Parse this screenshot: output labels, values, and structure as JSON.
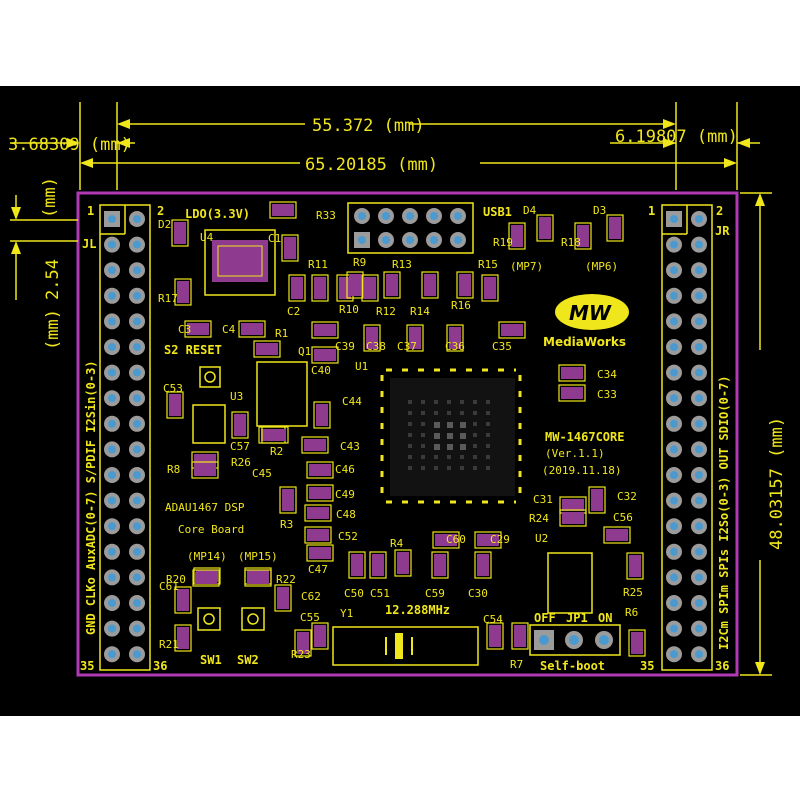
{
  "dimensions": {
    "top_width": "55.372 (mm)",
    "left_offset": "3.68309 (mm)",
    "right_offset": "6.19807 (mm)",
    "total_width": "65.20185 (mm)",
    "height": "48.03157 (mm)",
    "top_margin_unit": "(mm)",
    "pitch": "2.54",
    "pitch_unit": "(mm)"
  },
  "board": {
    "product_name": "MW-1467CORE",
    "version": "(Ver.1.1)",
    "date": "(2019.11.18)",
    "brand": "MediaWorks",
    "logo": "MW",
    "description_line1": "ADAU1467 DSP",
    "description_line2": "Core Board",
    "crystal": "12.288MHz",
    "self_boot": "Self-boot",
    "jp1_off": "OFF",
    "jp1_label": "JP1",
    "jp1_on": "ON",
    "ldo": "LDO(3.3V)",
    "reset": "S2 RESET",
    "usb": "USB1",
    "sw1": "SW1",
    "sw2": "SW2",
    "y1": "Y1"
  },
  "headers": {
    "left": {
      "name": "JL",
      "pin_first": "1",
      "pin_second": "2",
      "pin_last_left": "35",
      "pin_last_right": "36",
      "signals": "GND CLKo AuxADC(0-7) S/PDIF I2Sin(0-3)"
    },
    "right": {
      "name": "JR",
      "pin_first": "1",
      "pin_second": "2",
      "pin_last_left": "35",
      "pin_last_right": "36",
      "signals": "I2Cm SPIm SPIs I2So(0-3) OUT SDIO(0-7)"
    }
  },
  "components": [
    {
      "ref": "R33"
    },
    {
      "ref": "D2"
    },
    {
      "ref": "U4"
    },
    {
      "ref": "C1"
    },
    {
      "ref": "J2"
    },
    {
      "ref": "D4"
    },
    {
      "ref": "D3"
    },
    {
      "ref": "R19"
    },
    {
      "ref": "R18"
    },
    {
      "ref": "(MP7)"
    },
    {
      "ref": "(MP6)"
    },
    {
      "ref": "R11"
    },
    {
      "ref": "R9"
    },
    {
      "ref": "R13"
    },
    {
      "ref": "R15"
    },
    {
      "ref": "R17"
    },
    {
      "ref": "C2"
    },
    {
      "ref": "R10"
    },
    {
      "ref": "R12"
    },
    {
      "ref": "R14"
    },
    {
      "ref": "R16"
    },
    {
      "ref": "C3"
    },
    {
      "ref": "C4"
    },
    {
      "ref": "R1"
    },
    {
      "ref": "C39"
    },
    {
      "ref": "C38"
    },
    {
      "ref": "C37"
    },
    {
      "ref": "C36"
    },
    {
      "ref": "C35"
    },
    {
      "ref": "Q1"
    },
    {
      "ref": "C40"
    },
    {
      "ref": "U1"
    },
    {
      "ref": "C34"
    },
    {
      "ref": "C33"
    },
    {
      "ref": "C53"
    },
    {
      "ref": "U3"
    },
    {
      "ref": "C44"
    },
    {
      "ref": "C57"
    },
    {
      "ref": "R26"
    },
    {
      "ref": "C45"
    },
    {
      "ref": "R2"
    },
    {
      "ref": "C43"
    },
    {
      "ref": "C46"
    },
    {
      "ref": "R8"
    },
    {
      "ref": "C49"
    },
    {
      "ref": "C48"
    },
    {
      "ref": "R3"
    },
    {
      "ref": "C52"
    },
    {
      "ref": "C47"
    },
    {
      "ref": "R4"
    },
    {
      "ref": "C60"
    },
    {
      "ref": "C29"
    },
    {
      "ref": "C31"
    },
    {
      "ref": "C32"
    },
    {
      "ref": "R24"
    },
    {
      "ref": "C56"
    },
    {
      "ref": "U2"
    },
    {
      "ref": "(MP14)"
    },
    {
      "ref": "(MP15)"
    },
    {
      "ref": "R20"
    },
    {
      "ref": "R22"
    },
    {
      "ref": "C61"
    },
    {
      "ref": "C50"
    },
    {
      "ref": "C51"
    },
    {
      "ref": "C59"
    },
    {
      "ref": "C30"
    },
    {
      "ref": "C62"
    },
    {
      "ref": "R25"
    },
    {
      "ref": "R21"
    },
    {
      "ref": "C55"
    },
    {
      "ref": "R23"
    },
    {
      "ref": "C54"
    },
    {
      "ref": "R6"
    },
    {
      "ref": "R7"
    }
  ],
  "colors": {
    "board": "#000000",
    "silkscreen": "#f0e61c",
    "outline": "#b03ab3",
    "pad": "#9b9b9b",
    "component": "#8e3a8e"
  }
}
